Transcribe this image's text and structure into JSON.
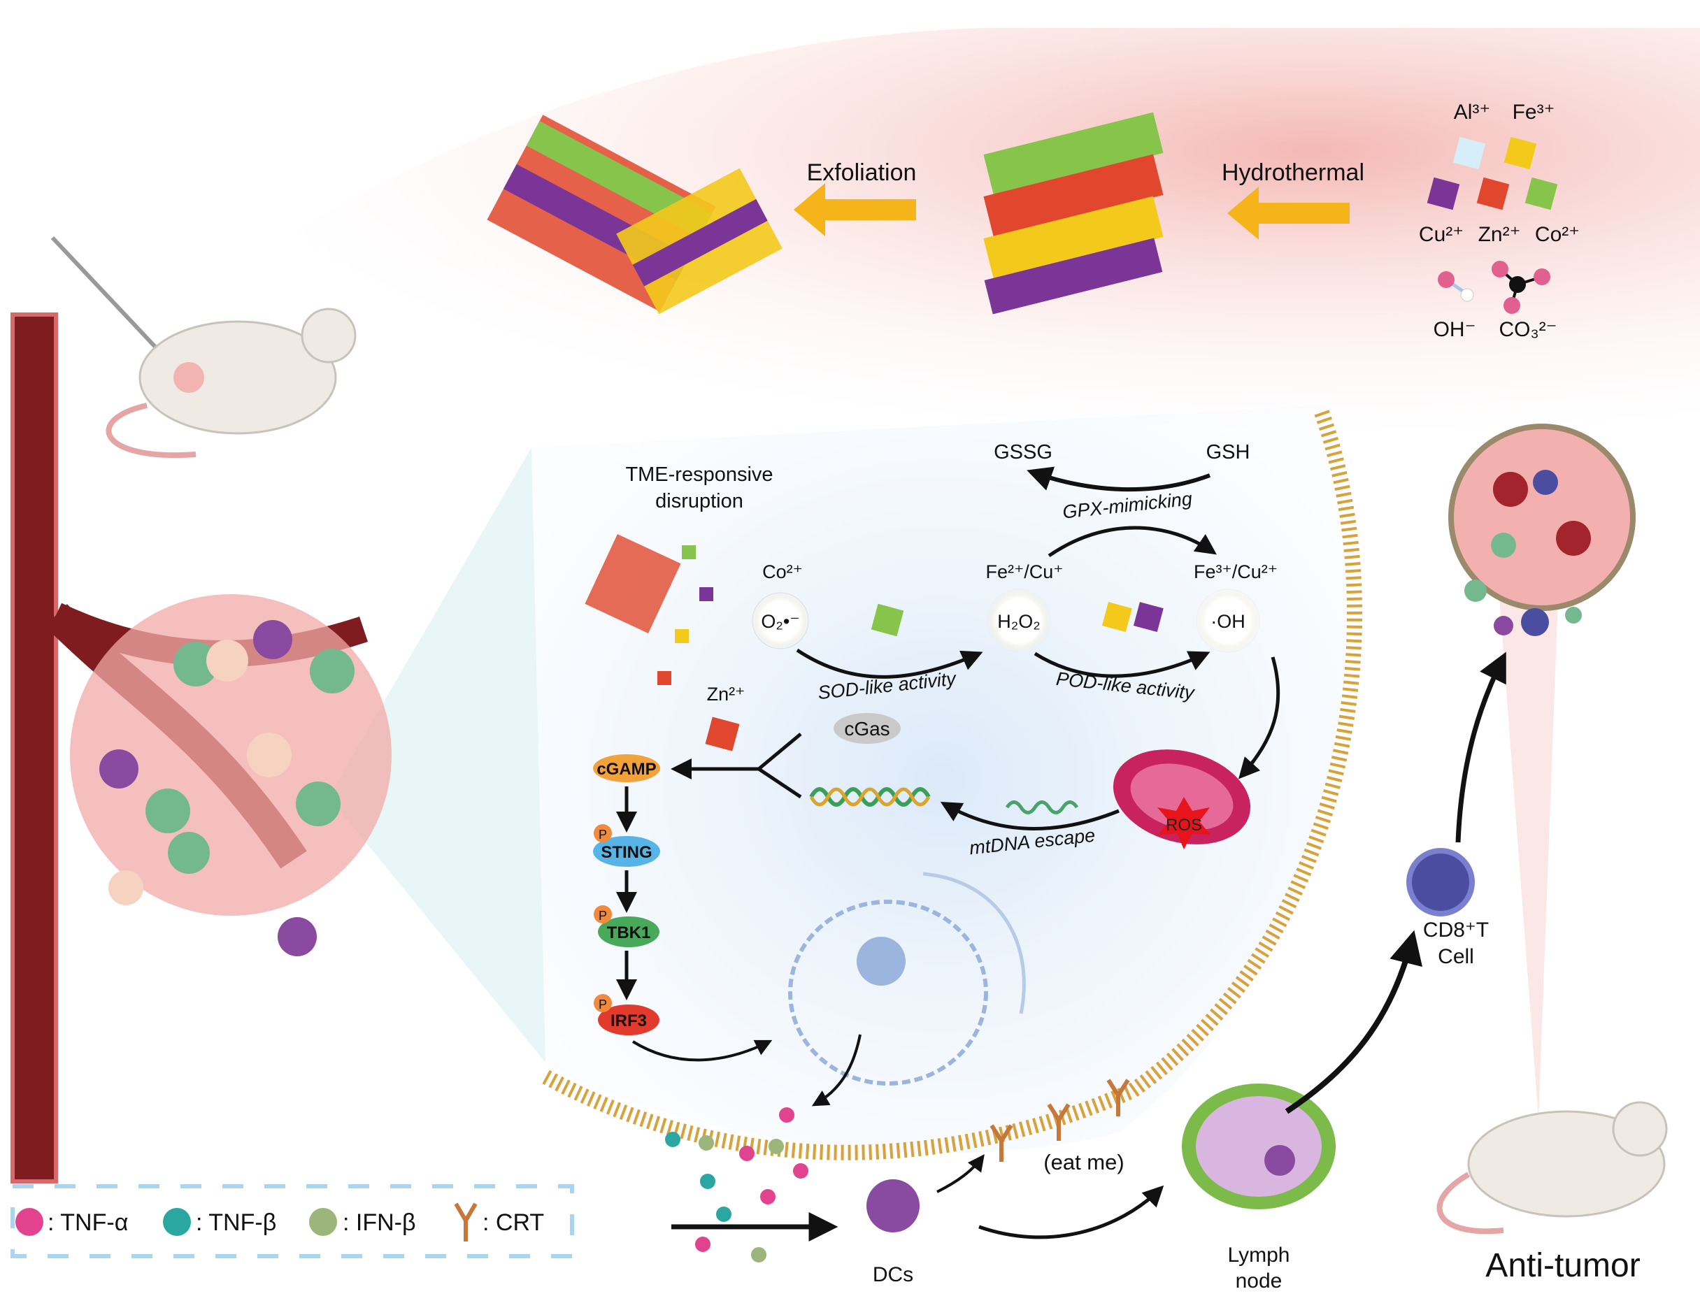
{
  "synthesis": {
    "step1": "Exfoliation",
    "step2": "Hydrothermal",
    "ions": {
      "al": "Al³⁺",
      "fe": "Fe³⁺",
      "cu": "Cu²⁺",
      "zn": "Zn²⁺",
      "co": "Co²⁺",
      "oh": "OH⁻",
      "co3": "CO₃²⁻"
    },
    "ion_colors": {
      "al": "#d6eef7",
      "fe": "#f3c91c",
      "cu": "#7a3596",
      "zn": "#e0472c",
      "co": "#86c44b"
    }
  },
  "mechanism": {
    "tme_line1": "TME-responsive",
    "tme_line2": "disruption",
    "gssg": "GSSG",
    "gsh": "GSH",
    "gpx": "GPX-mimicking",
    "co2": "Co²⁺",
    "fe2cu1": "Fe²⁺/Cu⁺",
    "fe3cu2": "Fe³⁺/Cu²⁺",
    "o2": "O₂•⁻",
    "h2o2": "H₂O₂",
    "oh": "·OH",
    "sod": "SOD-like activity",
    "pod": "POD-like activity",
    "zn2": "Zn²⁺",
    "cgas": "cGas",
    "ros": "ROS",
    "mtdna": "mtDNA escape"
  },
  "pathway": {
    "cgamp": "cGAMP",
    "sting": "STING",
    "tbk1": "TBK1",
    "irf3": "IRF3",
    "p": "P"
  },
  "immune": {
    "eat_me": "(eat me)",
    "dcs": "DCs",
    "lymph1": "Lymph",
    "lymph2": "node",
    "cd8_line1": "CD8⁺T",
    "cd8_line2": "Cell",
    "anti_tumor": "Anti-tumor"
  },
  "legend": {
    "items": [
      {
        "label": ": TNF-α",
        "color": "#e2438f"
      },
      {
        "label": ": TNF-β",
        "color": "#2aa7a0"
      },
      {
        "label": ": IFN-β",
        "color": "#9cb57a"
      },
      {
        "label": ": CRT",
        "color": "#c8773a"
      }
    ]
  }
}
